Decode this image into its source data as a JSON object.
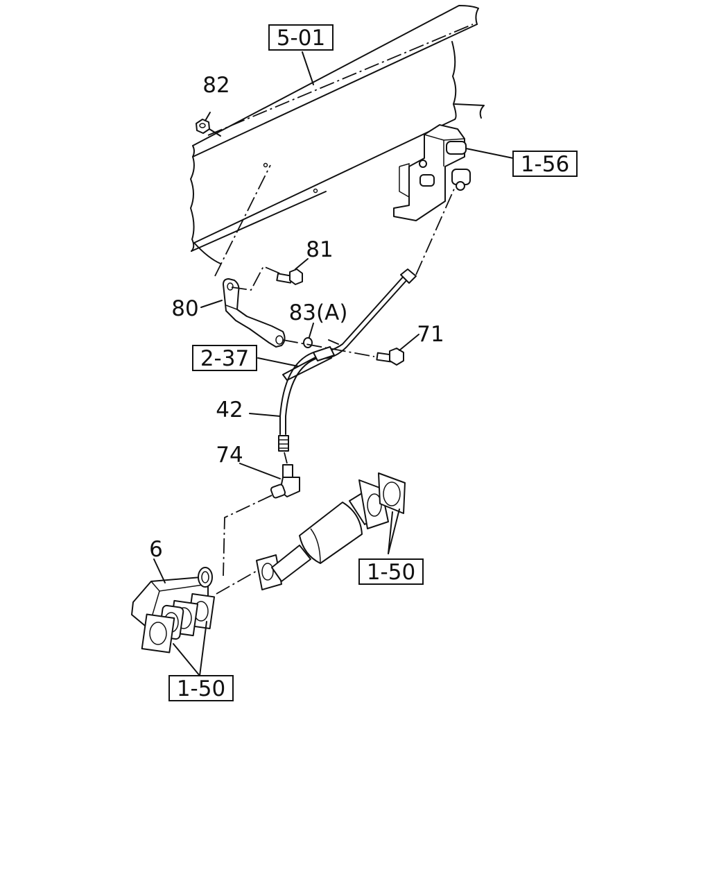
{
  "callouts": {
    "ref_5_01": "5-01",
    "ref_1_56": "1-56",
    "ref_2_37": "2-37",
    "ref_1_50_right": "1-50",
    "ref_1_50_left": "1-50",
    "p82": "82",
    "p81": "81",
    "p80": "80",
    "p83": "83(A)",
    "p71": "71",
    "p42": "42",
    "p74": "74",
    "p6": "6"
  }
}
